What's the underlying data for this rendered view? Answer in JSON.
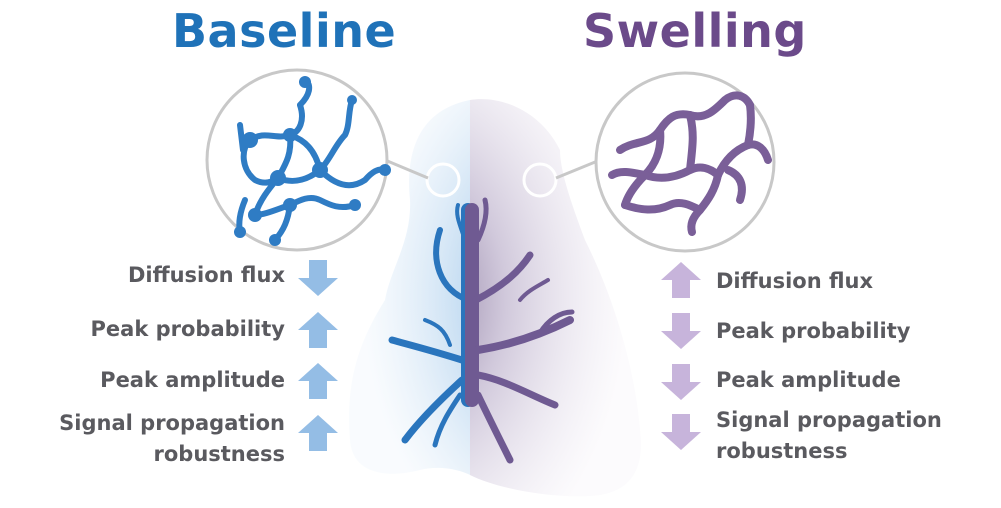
{
  "left": {
    "title": "Baseline",
    "color": "#1f72b8",
    "arrow_color": "#94bde5",
    "effects": [
      {
        "label": "Diffusion flux",
        "direction": "down"
      },
      {
        "label": "Peak probability",
        "direction": "up"
      },
      {
        "label": "Peak amplitude",
        "direction": "up"
      },
      {
        "label": "Signal propagation\nrobustness",
        "direction": "up"
      }
    ]
  },
  "right": {
    "title": "Swelling",
    "color": "#6b4a8a",
    "arrow_color": "#c7b4db",
    "effects": [
      {
        "label": "Diffusion flux",
        "direction": "up"
      },
      {
        "label": "Peak probability",
        "direction": "down"
      },
      {
        "label": "Peak amplitude",
        "direction": "down"
      },
      {
        "label": "Signal propagation\nrobustness",
        "direction": "down"
      }
    ]
  }
}
